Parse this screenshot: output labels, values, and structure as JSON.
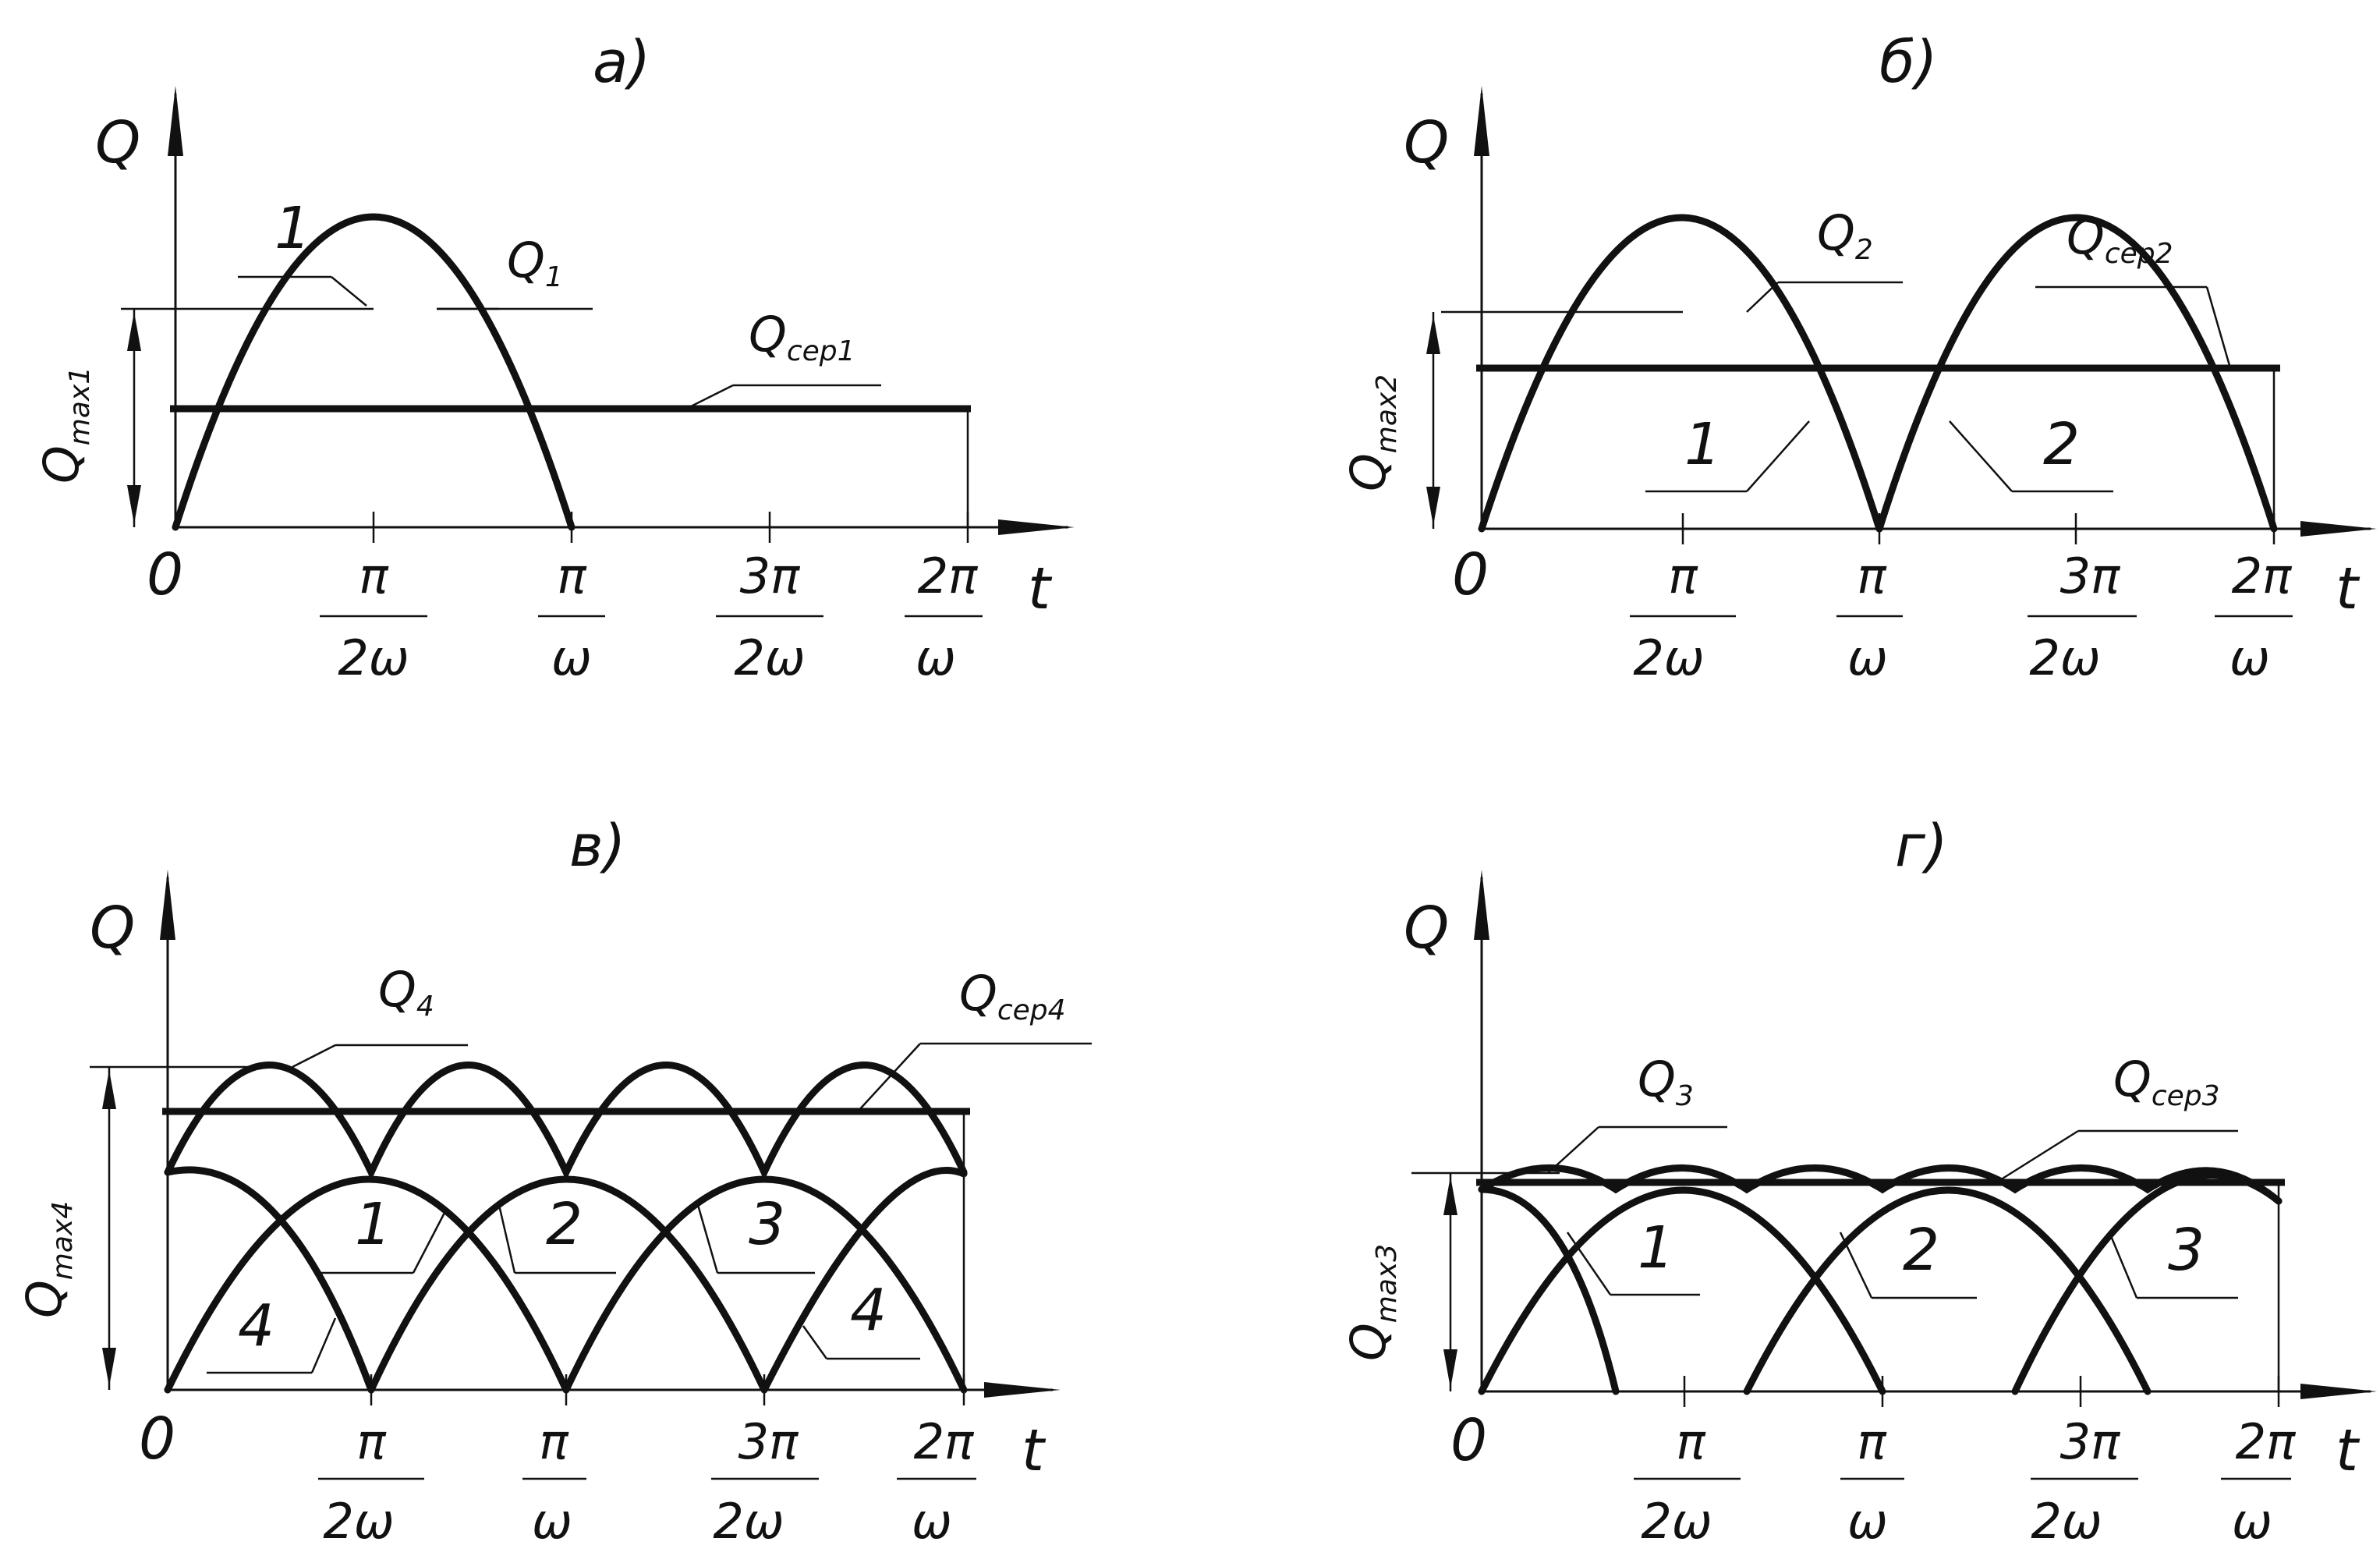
{
  "panels": [
    {
      "id": "a",
      "title": "а)",
      "y_axis_label": "Q",
      "x_axis_label": "t",
      "origin_label": "0",
      "tick_labels": [
        {
          "num": "π",
          "den": "2ω"
        },
        {
          "num": "π",
          "den": "ω"
        },
        {
          "num": "3π",
          "den": "2ω"
        },
        {
          "num": "2π",
          "den": "ω"
        }
      ],
      "curve_label": {
        "main": "Q",
        "sub": "1"
      },
      "avg_label": {
        "main": "Q",
        "sub": "сер1"
      },
      "max_label": {
        "main": "Q",
        "sub": "max1"
      },
      "pulse_labels": [
        "1"
      ]
    },
    {
      "id": "b",
      "title": "б)",
      "y_axis_label": "Q",
      "x_axis_label": "t",
      "origin_label": "0",
      "tick_labels": [
        {
          "num": "π",
          "den": "2ω"
        },
        {
          "num": "π",
          "den": "ω"
        },
        {
          "num": "3π",
          "den": "2ω"
        },
        {
          "num": "2π",
          "den": "ω"
        }
      ],
      "curve_label": {
        "main": "Q",
        "sub": "2"
      },
      "avg_label": {
        "main": "Q",
        "sub": "сер2"
      },
      "max_label": {
        "main": "Q",
        "sub": "max2"
      },
      "pulse_labels": [
        "1",
        "2"
      ]
    },
    {
      "id": "v",
      "title": "в)",
      "y_axis_label": "Q",
      "x_axis_label": "t",
      "origin_label": "0",
      "tick_labels": [
        {
          "num": "π",
          "den": "2ω"
        },
        {
          "num": "π",
          "den": "ω"
        },
        {
          "num": "3π",
          "den": "2ω"
        },
        {
          "num": "2π",
          "den": "ω"
        }
      ],
      "curve_label": {
        "main": "Q",
        "sub": "4"
      },
      "avg_label": {
        "main": "Q",
        "sub": "сер4"
      },
      "max_label": {
        "main": "Q",
        "sub": "max4"
      },
      "pulse_labels": [
        "1",
        "2",
        "3",
        "4",
        "4"
      ]
    },
    {
      "id": "g",
      "title": "г)",
      "y_axis_label": "Q",
      "x_axis_label": "t",
      "origin_label": "0",
      "tick_labels": [
        {
          "num": "π",
          "den": "2ω"
        },
        {
          "num": "π",
          "den": "ω"
        },
        {
          "num": "3π",
          "den": "2ω"
        },
        {
          "num": "2π",
          "den": "ω"
        }
      ],
      "curve_label": {
        "main": "Q",
        "sub": "3"
      },
      "avg_label": {
        "main": "Q",
        "sub": "сер3"
      },
      "max_label": {
        "main": "Q",
        "sub": "max3"
      },
      "pulse_labels": [
        "1",
        "2",
        "3"
      ]
    }
  ]
}
